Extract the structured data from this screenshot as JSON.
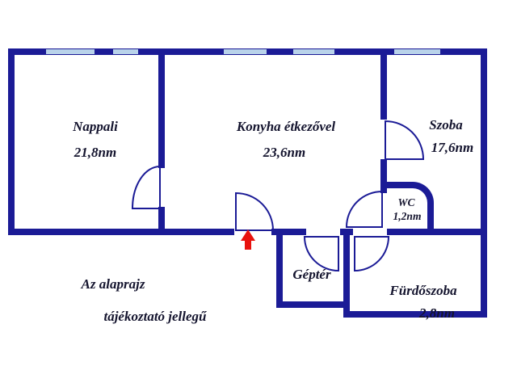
{
  "palette": {
    "wall": "#1b1b96",
    "window": "#b9d3ea",
    "arrow": "#e8120e",
    "text": "#14142e"
  },
  "rooms": {
    "nappali": {
      "name": "Nappali",
      "area": "21,8nm"
    },
    "konyha": {
      "name": "Konyha étkezővel",
      "area": "23,6nm"
    },
    "szoba": {
      "name": "Szoba",
      "area": "17,6nm"
    },
    "wc": {
      "name": "WC",
      "area": "1,2nm"
    },
    "gepter": {
      "name": "Géptér"
    },
    "furdoszoba": {
      "name": "Fürdőszoba",
      "area": "2,8nm"
    }
  },
  "disclaimer": {
    "line1": "Az alaprajz",
    "line2": "tájékoztató jellegű"
  }
}
